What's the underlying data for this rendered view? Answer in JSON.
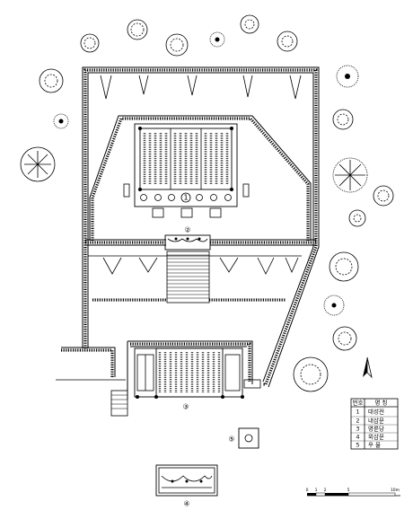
{
  "site_plan": {
    "labels": {
      "daeseongjeon": "①",
      "naesammun": "②",
      "myeongryundang": "③",
      "oesammun": "④",
      "well": "⑤"
    }
  },
  "legend": {
    "header_number": "번호",
    "header_name": "명 칭",
    "rows": [
      {
        "number": "1",
        "name": "대성전"
      },
      {
        "number": "2",
        "name": "내삼문"
      },
      {
        "number": "3",
        "name": "명륜당"
      },
      {
        "number": "4",
        "name": "외삼문"
      },
      {
        "number": "5",
        "name": "우 물"
      }
    ]
  },
  "scale_bar": {
    "ticks": [
      "0",
      "1",
      "2",
      "5",
      "10m"
    ]
  },
  "north_arrow": {
    "icon": "north-arrow-icon"
  }
}
